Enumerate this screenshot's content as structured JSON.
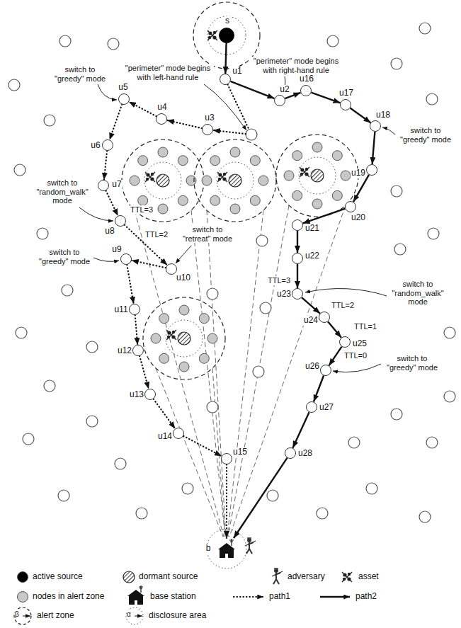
{
  "diagram": {
    "nodes": [
      {
        "text": [
          "s"
        ]
      },
      {
        "text": [
          "u1"
        ]
      },
      {
        "text": [
          "u2"
        ]
      },
      {
        "text": [
          "u3"
        ]
      },
      {
        "text": [
          "u4"
        ]
      },
      {
        "text": [
          "u5"
        ]
      },
      {
        "text": [
          "u6"
        ]
      },
      {
        "text": [
          "u7"
        ]
      },
      {
        "text": [
          "u8"
        ]
      },
      {
        "text": [
          "u9"
        ]
      },
      {
        "text": [
          "u10"
        ]
      },
      {
        "text": [
          "u11"
        ]
      },
      {
        "text": [
          "u12"
        ]
      },
      {
        "text": [
          "u13"
        ]
      },
      {
        "text": [
          "u14"
        ]
      },
      {
        "text": [
          "u15"
        ]
      },
      {
        "text": [
          "u16"
        ]
      },
      {
        "text": [
          "u17"
        ]
      },
      {
        "text": [
          "u18"
        ]
      },
      {
        "text": [
          "u19"
        ]
      },
      {
        "text": [
          "u20"
        ]
      },
      {
        "text": [
          "u21"
        ]
      },
      {
        "text": [
          "u22"
        ]
      },
      {
        "text": [
          "u23"
        ]
      },
      {
        "text": [
          "u24"
        ]
      },
      {
        "text": [
          "u25"
        ]
      },
      {
        "text": [
          "u26"
        ]
      },
      {
        "text": [
          "u27"
        ]
      },
      {
        "text": [
          "u28"
        ]
      },
      {
        "text": [
          "b"
        ]
      }
    ],
    "edges": [
      {
        "from": 0,
        "to": 1,
        "arrow": "to"
      },
      {
        "from": 1,
        "to": 3,
        "arrow": "to"
      },
      {
        "from": 3,
        "to": 4,
        "arrow": "to"
      },
      {
        "from": 4,
        "to": 5,
        "arrow": "to"
      },
      {
        "from": 5,
        "to": 6,
        "arrow": "to"
      },
      {
        "from": 6,
        "to": 7,
        "arrow": "to"
      },
      {
        "from": 7,
        "to": 8,
        "arrow": "to"
      },
      {
        "from": 8,
        "to": 10,
        "arrow": "to"
      },
      {
        "from": 10,
        "to": 9,
        "arrow": "to"
      },
      {
        "from": 9,
        "to": 11,
        "arrow": "to"
      },
      {
        "from": 11,
        "to": 12,
        "arrow": "to"
      },
      {
        "from": 12,
        "to": 13,
        "arrow": "to"
      },
      {
        "from": 13,
        "to": 14,
        "arrow": "to"
      },
      {
        "from": 14,
        "to": 15,
        "arrow": "to"
      },
      {
        "from": 15,
        "to": 29,
        "arrow": "to"
      },
      {
        "from": 1,
        "to": 2,
        "arrow": "to"
      },
      {
        "from": 2,
        "to": 16,
        "arrow": "to"
      },
      {
        "from": 16,
        "to": 17,
        "arrow": "to"
      },
      {
        "from": 17,
        "to": 18,
        "arrow": "to"
      },
      {
        "from": 18,
        "to": 19,
        "arrow": "to"
      },
      {
        "from": 19,
        "to": 20,
        "arrow": "to"
      },
      {
        "from": 20,
        "to": 21,
        "arrow": "to"
      },
      {
        "from": 21,
        "to": 22,
        "arrow": "to"
      },
      {
        "from": 22,
        "to": 23,
        "arrow": "to"
      },
      {
        "from": 23,
        "to": 24,
        "arrow": "to"
      },
      {
        "from": 24,
        "to": 25,
        "arrow": "to"
      },
      {
        "from": 25,
        "to": 26,
        "arrow": "to"
      },
      {
        "from": 26,
        "to": 27,
        "arrow": "to"
      },
      {
        "from": 27,
        "to": 28,
        "arrow": "to"
      },
      {
        "from": 28,
        "to": 29,
        "arrow": "to"
      }
    ],
    "labels": [
      "\"perimeter\" mode begins with left-hand rule",
      "\"perimeter\" mode begins with right-hand rule",
      "switch to \"greedy\" mode",
      "switch to \"greedy\" mode",
      "switch to \"random_walk\" mode",
      "TTL=3",
      "switch to \"greedy\" mode",
      "TTL=2",
      "switch to \"retreat\" mode",
      "switch to \"random_walk\" mode",
      "TTL=3",
      "TTL=2",
      "TTL=1",
      "TTL=0",
      "switch to \"greedy\" mode",
      "β",
      "α"
    ],
    "legend": [
      {
        "text": "active source",
        "color": "#000000"
      },
      {
        "text": "dormant source"
      },
      {
        "text": "adversary"
      },
      {
        "text": "asset"
      },
      {
        "text": "nodes in alert zone",
        "color": "#c8c8c8"
      },
      {
        "text": "base station"
      },
      {
        "text": "path1"
      },
      {
        "text": "path2"
      },
      {
        "text": "alert zone"
      },
      {
        "text": "disclosure area"
      }
    ]
  }
}
